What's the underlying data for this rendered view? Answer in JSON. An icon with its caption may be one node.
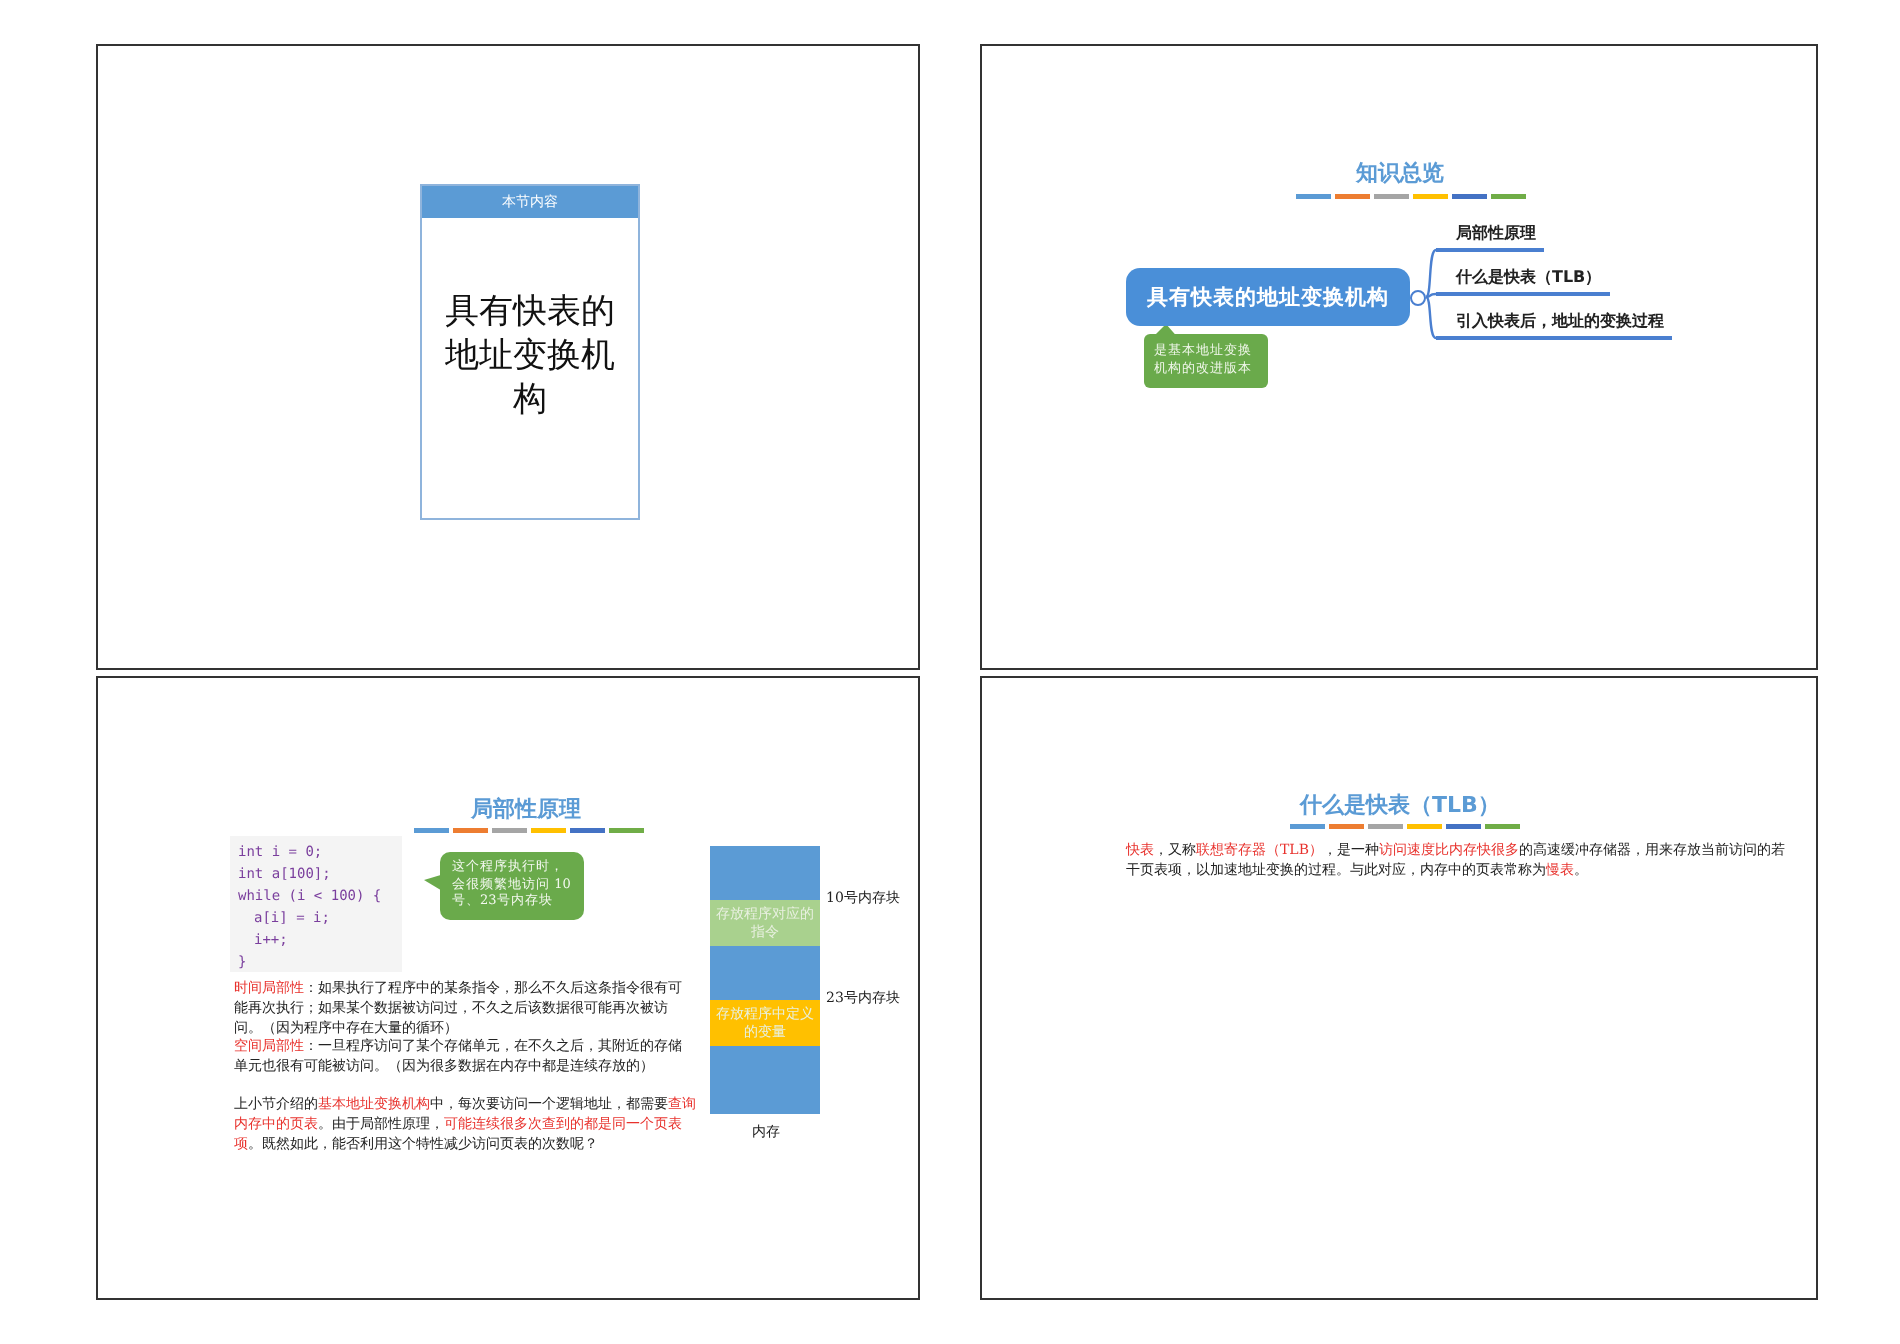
{
  "diagram": {
    "nodes": [
      {
        "text": [
          "本节内容",
          "具有快表的地址变换机构"
        ]
      },
      {
        "text": [
          "具有快表的地址变换机构"
        ]
      },
      {
        "text": [
          "是基本地址变换机构的改进版本"
        ]
      },
      {
        "text": [
          "局部性原理"
        ]
      },
      {
        "text": [
          "什么是快表（TLB）"
        ]
      },
      {
        "text": [
          "引入快表后，地址的变换过程"
        ]
      },
      {
        "text": [
          "int i = 0;",
          "int a[100];",
          "while (i < 100) {",
          "a[i] = i;",
          "i++;",
          "}"
        ]
      },
      {
        "text": [
          "这个程序执行时，会很频繁地访问 10号、23号内存块"
        ]
      },
      {
        "text": [],
        "shape": "bar",
        "beside": [
          "内存"
        ]
      },
      {
        "text": [
          "存放程序对应的指令"
        ],
        "in": 8,
        "beside": [
          "10号内存块"
        ]
      },
      {
        "text": [
          "存放程序中定义的变量"
        ],
        "in": 8,
        "beside": [
          "23号内存块"
        ]
      }
    ],
    "edges": [
      {
        "from": 1,
        "to": 3,
        "arrow": "none"
      },
      {
        "from": 1,
        "to": 4,
        "arrow": "none"
      },
      {
        "from": 1,
        "to": 5,
        "arrow": "none"
      }
    ],
    "labels": [
      "知识总览",
      "局部性原理",
      "**时间局部性**：如果执行了程序中的某条指令，那么不久后这条指令很有可能再次执行；如果某个数据被访问过，不久之后该数据很可能再次被访问。（因为程序中存在大量的循环）",
      "**空间局部性**：一旦程序访问了某个存储单元，在不久之后，其附近的存储单元也很有可能被访问。（因为很多数据在内存中都是连续存放的）",
      "上小节介绍的**基本地址变换机构**中，每次要访问一个逻辑地址，都需要**查询内存中的页表**。由于局部性原理，**可能连续很多次查到的都是同一个页表项**。既然如此，能否利用这个特性减少访问页表的次数呢？",
      "什么是快表（TLB）",
      "**快表**，又称**联想寄存器（TLB）**，是一种**访问速度比内存快很多**的高速缓冲存储器，用来存放当前访问的若干页表项，以加速地址变换的过程。与此对应，内存中的页表常称为**慢表**。"
    ]
  }
}
